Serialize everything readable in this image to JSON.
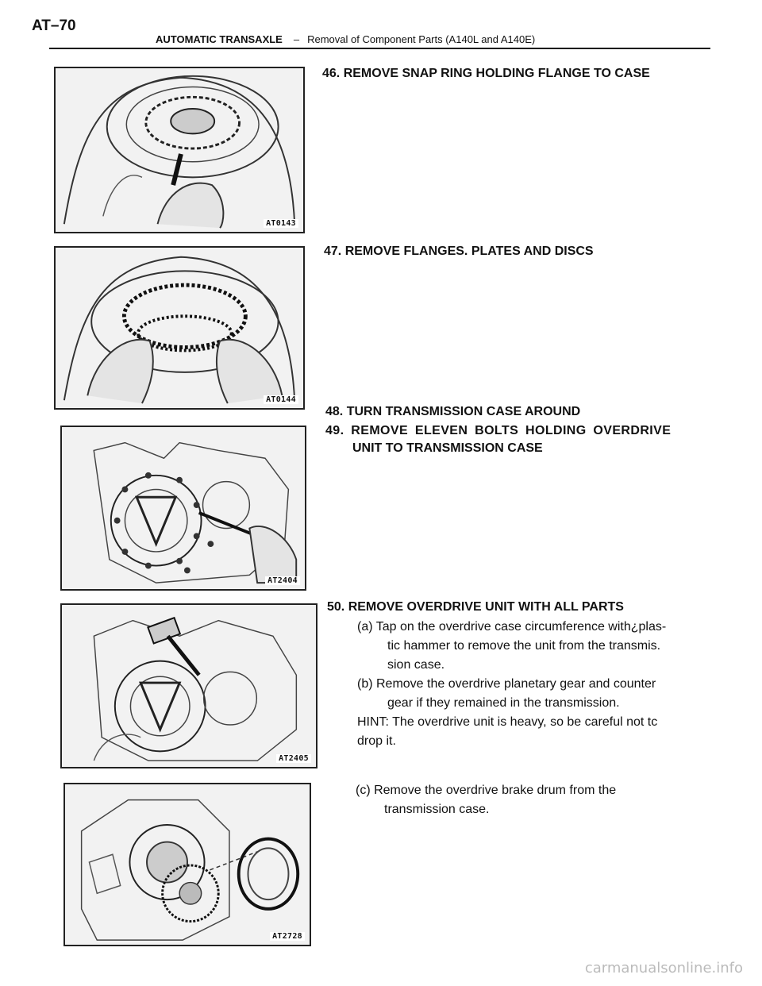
{
  "header": {
    "page_number": "AT–70",
    "section": "AUTOMATIC TRANSAXLE",
    "separator": "–",
    "subtitle": "Removal of Component Parts (A140L and A140E)"
  },
  "steps": [
    {
      "title": "46. REMOVE SNAP RING HOLDING FLANGE TO CASE",
      "figure_code": "AT0143"
    },
    {
      "title": "47. REMOVE FLANGES. PLATES AND DISCS",
      "figure_code": "AT0144"
    },
    {
      "title_line1": "48. TURN TRANSMISSION CASE AROUND",
      "title_line2": "49. REMOVE ELEVEN BOLTS HOLDING OVERDRIVE",
      "title_line3": "UNIT TO TRANSMISSION CASE",
      "figure_code": "AT2404"
    },
    {
      "title": "50. REMOVE OVERDRIVE UNIT WITH ALL PARTS",
      "a_line1": "(a) Tap on the overdrive case circumference with¿plas-",
      "a_line2": "tic hammer to remove the unit from the transmis.",
      "a_line3": "sion case.",
      "b_line1": "(b) Remove the overdrive planetary gear and counter",
      "b_line2": "gear if they remained in the transmission.",
      "hint_line1": "HINT: The overdrive unit is heavy, so be careful not tc",
      "hint_line2": "drop it.",
      "figure_code": "AT2405"
    },
    {
      "c_line1": "(c)  Remove  the  overdrive  brake  drum  from  the",
      "c_line2": "transmission case.",
      "figure_code": "AT2728"
    }
  ],
  "watermark": "carmanualsonline.info"
}
